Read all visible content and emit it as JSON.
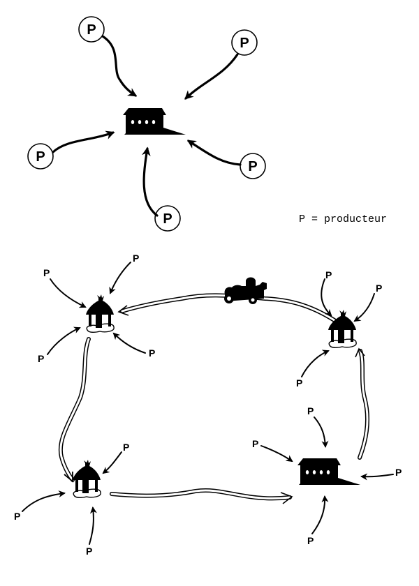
{
  "legend": {
    "text": "P = producteur",
    "symbol": "P",
    "meaning": "producteur"
  },
  "top_diagram": {
    "description": "Centralized market: producers bring goods to a single market hall",
    "center": "market-hall",
    "producers": [
      "P",
      "P",
      "P",
      "P",
      "P"
    ]
  },
  "bottom_diagram": {
    "description": "Network of markets: producers feed local markets linked by circulating merchant routes",
    "nodes": [
      {
        "id": "kiosk-top-left",
        "type": "market-kiosk",
        "producers": [
          "P",
          "P",
          "P",
          "P"
        ]
      },
      {
        "id": "kiosk-top-right",
        "type": "market-kiosk",
        "producers": [
          "P",
          "P",
          "P"
        ]
      },
      {
        "id": "kiosk-bottom-left",
        "type": "market-kiosk",
        "producers": [
          "P",
          "P",
          "P"
        ]
      },
      {
        "id": "hall-bottom-right",
        "type": "market-hall",
        "producers": [
          "P",
          "P",
          "P",
          "P"
        ]
      }
    ],
    "routes": [
      {
        "from": "kiosk-top-right",
        "to": "kiosk-top-left",
        "vehicle": "steam-vehicle"
      },
      {
        "from": "kiosk-top-left",
        "to": "kiosk-bottom-left"
      },
      {
        "from": "kiosk-bottom-left",
        "to": "hall-bottom-right"
      },
      {
        "from": "hall-bottom-right",
        "to": "kiosk-top-right"
      }
    ]
  }
}
